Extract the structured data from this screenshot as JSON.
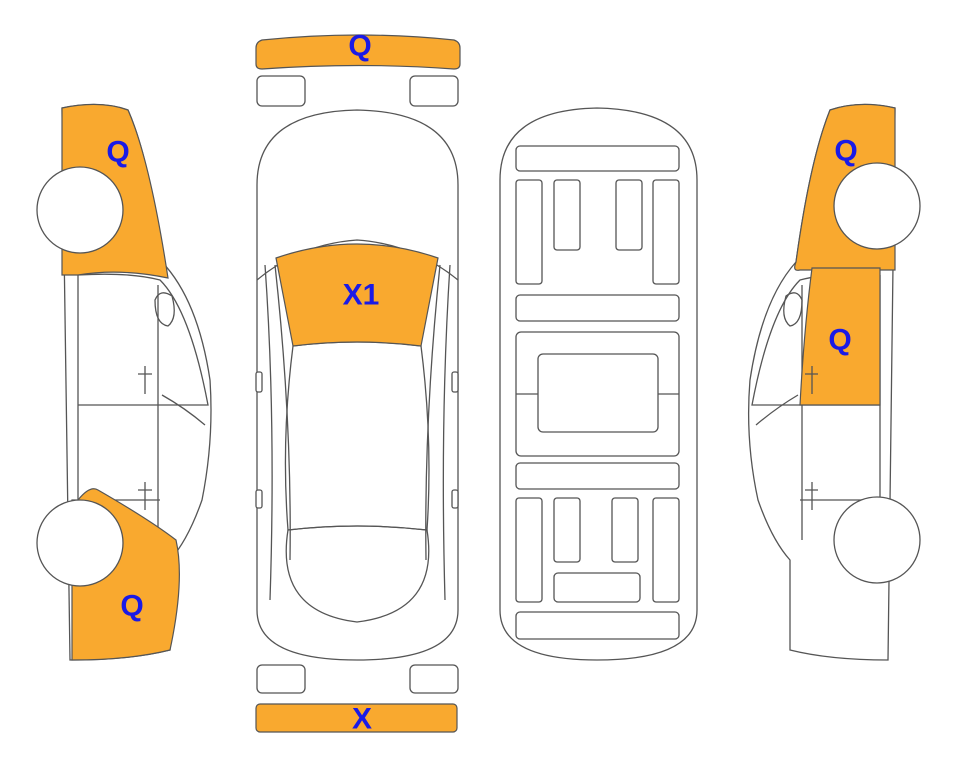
{
  "colors": {
    "damage_fill": "#F9A92F",
    "outline": "#555555",
    "label": "#1A1AE6",
    "background": "#FFFFFF"
  },
  "labels": {
    "front_bumper": "Q",
    "windshield": "X1",
    "rear_bumper": "X",
    "left_front": "Q",
    "left_rear": "Q",
    "right_front": "Q",
    "right_door": "Q"
  }
}
